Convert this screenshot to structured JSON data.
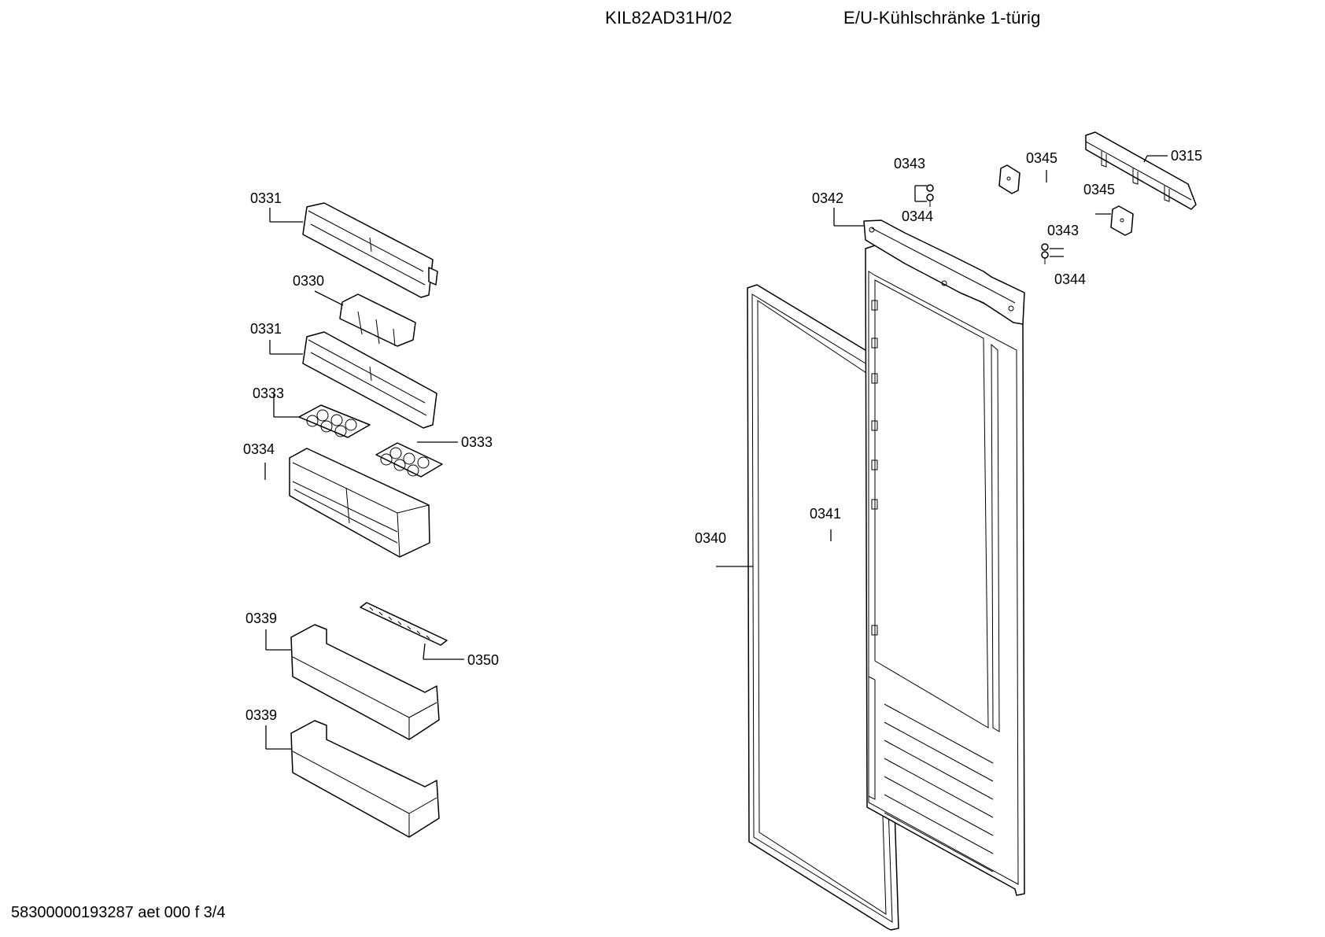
{
  "header": {
    "model": "KIL82AD31H/02",
    "category": "E/U-Kühlschränke 1-türig"
  },
  "footer": {
    "document_id": "58300000193287 aet 000 f 3/4"
  },
  "parts": {
    "p0331a": "0331",
    "p0330": "0330",
    "p0331b": "0331",
    "p0333a": "0333",
    "p0333b": "0333",
    "p0334": "0334",
    "p0339a": "0339",
    "p0350": "0350",
    "p0339b": "0339",
    "p0340": "0340",
    "p0341": "0341",
    "p0342": "0342",
    "p0343a": "0343",
    "p0344a": "0344",
    "p0345a": "0345",
    "p0315": "0315",
    "p0345b": "0345",
    "p0343b": "0343",
    "p0344b": "0344"
  }
}
